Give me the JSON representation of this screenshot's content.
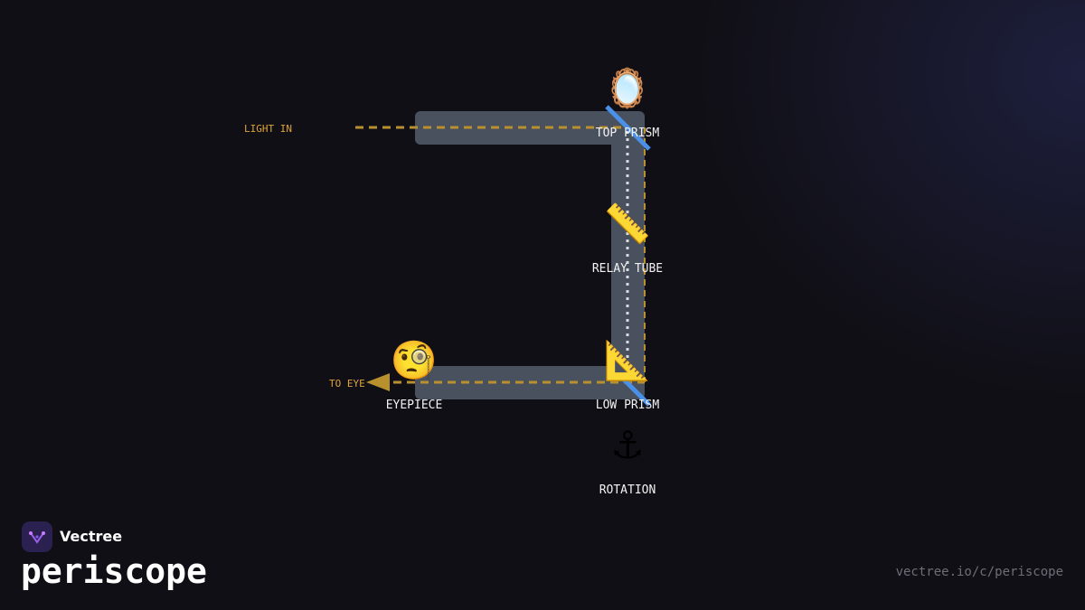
{
  "brand": {
    "name": "Vectree",
    "logo_icon": "vectree-logo-icon"
  },
  "title": "periscope",
  "url": "vectree.io/c/periscope",
  "colors": {
    "background": "#100f15",
    "tube": "#4a515e",
    "light_path": "#b8902e",
    "mirror": "#4a8fe8",
    "label": "#f2f2f2",
    "annotation": "#e0a43a"
  },
  "diagram": {
    "light_in_label": "LIGHT IN",
    "to_eye_label": "TO EYE",
    "nodes": {
      "top_prism": {
        "label": "TOP PRISM",
        "icon": "🪞",
        "icon_name": "mirror-icon"
      },
      "relay_tube": {
        "label": "RELAY TUBE",
        "icon": "📏",
        "icon_name": "ruler-icon"
      },
      "low_prism": {
        "label": "LOW PRISM",
        "icon": "📐",
        "icon_name": "triangle-ruler-icon"
      },
      "eyepiece": {
        "label": "EYEPIECE",
        "icon": "🧐",
        "icon_name": "monocle-face-icon"
      },
      "rotation": {
        "label": "ROTATION",
        "icon": "⚓",
        "icon_name": "anchor-icon"
      }
    }
  }
}
